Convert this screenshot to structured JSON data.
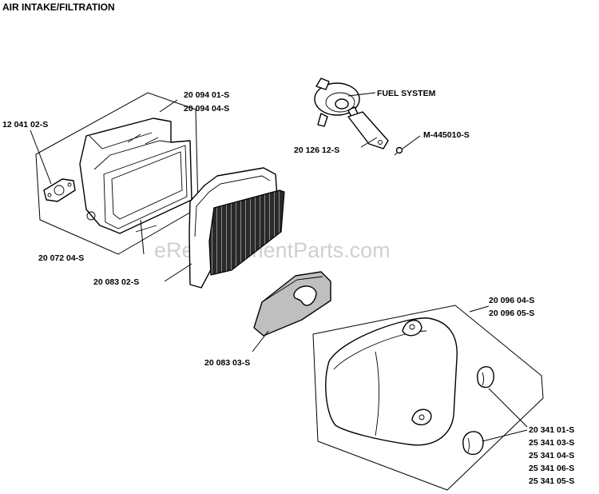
{
  "title": "AIR INTAKE/FILTRATION",
  "watermark": "eReplacementParts.com",
  "labels": {
    "p_12_041_02": "12 041 02-S",
    "p_20_094_01": "20 094 01-S",
    "p_20_094_04": "20 094 04-S",
    "p_20_072_04": "20 072 04-S",
    "p_20_083_02": "20 083 02-S",
    "p_20_083_03": "20 083 03-S",
    "fuel_system": "FUEL SYSTEM",
    "p_m_445010": "M-445010-S",
    "p_20_126_12": "20 126 12-S",
    "p_20_096_04": "20 096 04-S",
    "p_20_096_05": "20 096 05-S",
    "p_20_341_01": "20 341 01-S",
    "p_25_341_03": "25 341 03-S",
    "p_25_341_04": "25 341 04-S",
    "p_25_341_06": "25 341 06-S",
    "p_25_341_05": "25 341 05-S"
  }
}
